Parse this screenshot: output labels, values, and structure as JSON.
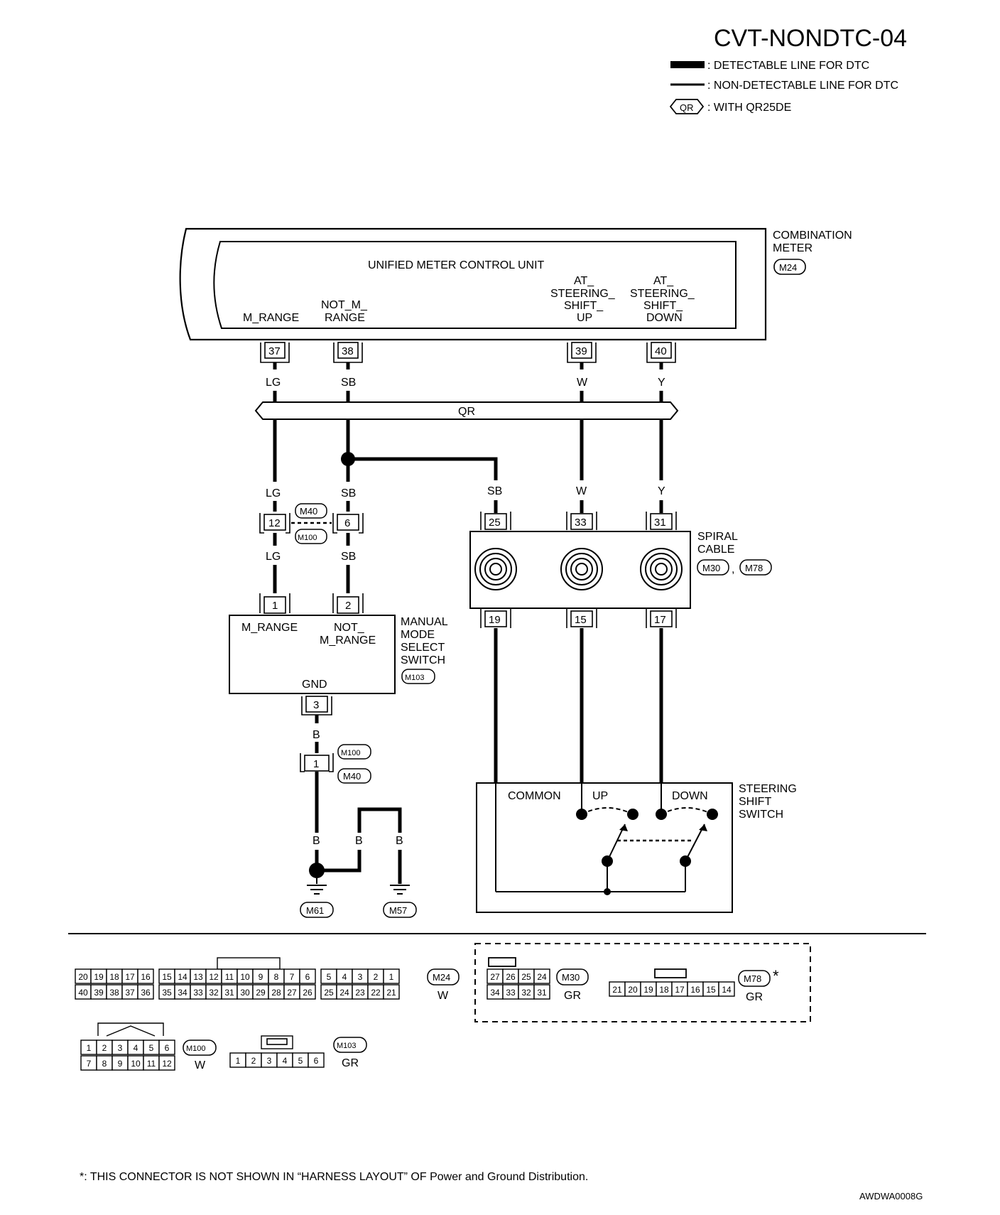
{
  "title": "CVT-NONDTC-04",
  "legend": {
    "thick": ": DETECTABLE LINE FOR DTC",
    "thin": ": NON-DETECTABLE LINE FOR DTC",
    "badge": "QR",
    "badge_text": ": WITH QR25DE"
  },
  "combination_meter": {
    "name_line1": "COMBINATION",
    "name_line2": "METER",
    "connector": "M24",
    "unit": "UNIFIED  METER  CONTROL UNIT",
    "pins": [
      {
        "num": "37",
        "lines": [
          "M_RANGE"
        ],
        "color": "LG"
      },
      {
        "num": "38",
        "lines": [
          "NOT_M_",
          "RANGE"
        ],
        "color": "SB"
      },
      {
        "num": "39",
        "lines": [
          "AT_",
          "STEERING_",
          "SHIFT_",
          "UP"
        ],
        "color": "W"
      },
      {
        "num": "40",
        "lines": [
          "AT_",
          "STEERING_",
          "SHIFT_",
          "DOWN"
        ],
        "color": "Y"
      }
    ]
  },
  "qr_bar": "QR",
  "wire_colors_mid": {
    "lg": "LG",
    "sb": "SB",
    "sb2": "SB",
    "w": "W",
    "y": "Y"
  },
  "junction": {
    "pin_left": "12",
    "pin_right": "6",
    "conn_top": "M40",
    "conn_bottom": "M100",
    "color_left": "LG",
    "color_right": "SB"
  },
  "spiral_cable": {
    "name_line1": "SPIRAL",
    "name_line2": "CABLE",
    "conn_a": "M30",
    "conn_b": "M78",
    "sep": ",",
    "top_pins": [
      "25",
      "33",
      "31"
    ],
    "bottom_pins": [
      "19",
      "15",
      "17"
    ]
  },
  "manual_switch": {
    "name": [
      "MANUAL",
      "MODE",
      "SELECT",
      "SWITCH"
    ],
    "connector": "M103",
    "pin1": "1",
    "pin2": "2",
    "pin1_label": "M_RANGE",
    "pin2_label_1": "NOT_",
    "pin2_label_2": "M_RANGE",
    "gnd_label": "GND",
    "gnd_pin": "3"
  },
  "ground_path": {
    "color1": "B",
    "pin": "1",
    "conn_top": "M100",
    "conn_bottom": "M40",
    "color2": "B",
    "color3": "B",
    "color4": "B",
    "ground_a": "M61",
    "ground_b": "M57"
  },
  "steering_switch": {
    "name": [
      "STEERING",
      "SHIFT",
      "SWITCH"
    ],
    "common": "COMMON",
    "up": "UP",
    "down": "DOWN"
  },
  "connectors": {
    "m24": {
      "label": "M24",
      "color": "W",
      "top_row": [
        "20",
        "19",
        "18",
        "17",
        "16",
        "15",
        "14",
        "13",
        "12",
        "11",
        "10",
        "9",
        "8",
        "7",
        "6",
        "5",
        "4",
        "3",
        "2",
        "1"
      ],
      "bottom_row": [
        "40",
        "39",
        "38",
        "37",
        "36",
        "35",
        "34",
        "33",
        "32",
        "31",
        "30",
        "29",
        "28",
        "27",
        "26",
        "25",
        "24",
        "23",
        "22",
        "21"
      ]
    },
    "m30": {
      "label": "M30",
      "color": "GR",
      "top_row": [
        "27",
        "26",
        "25",
        "24"
      ],
      "bottom_row": [
        "34",
        "33",
        "32",
        "31"
      ]
    },
    "m78": {
      "label": "M78",
      "color": "GR",
      "star": "*",
      "row": [
        "21",
        "20",
        "19",
        "18",
        "17",
        "16",
        "15",
        "14"
      ]
    },
    "m100": {
      "label": "M100",
      "color": "W",
      "top_row": [
        "1",
        "2",
        "3",
        "4",
        "5",
        "6"
      ],
      "bottom_row": [
        "7",
        "8",
        "9",
        "10",
        "11",
        "12"
      ]
    },
    "m103": {
      "label": "M103",
      "color": "GR",
      "row": [
        "1",
        "2",
        "3",
        "4",
        "5",
        "6"
      ]
    }
  },
  "footnote": "*: THIS CONNECTOR IS NOT SHOWN IN “HARNESS LAYOUT” OF Power and Ground Distribution.",
  "doc_code": "AWDWA0008G"
}
